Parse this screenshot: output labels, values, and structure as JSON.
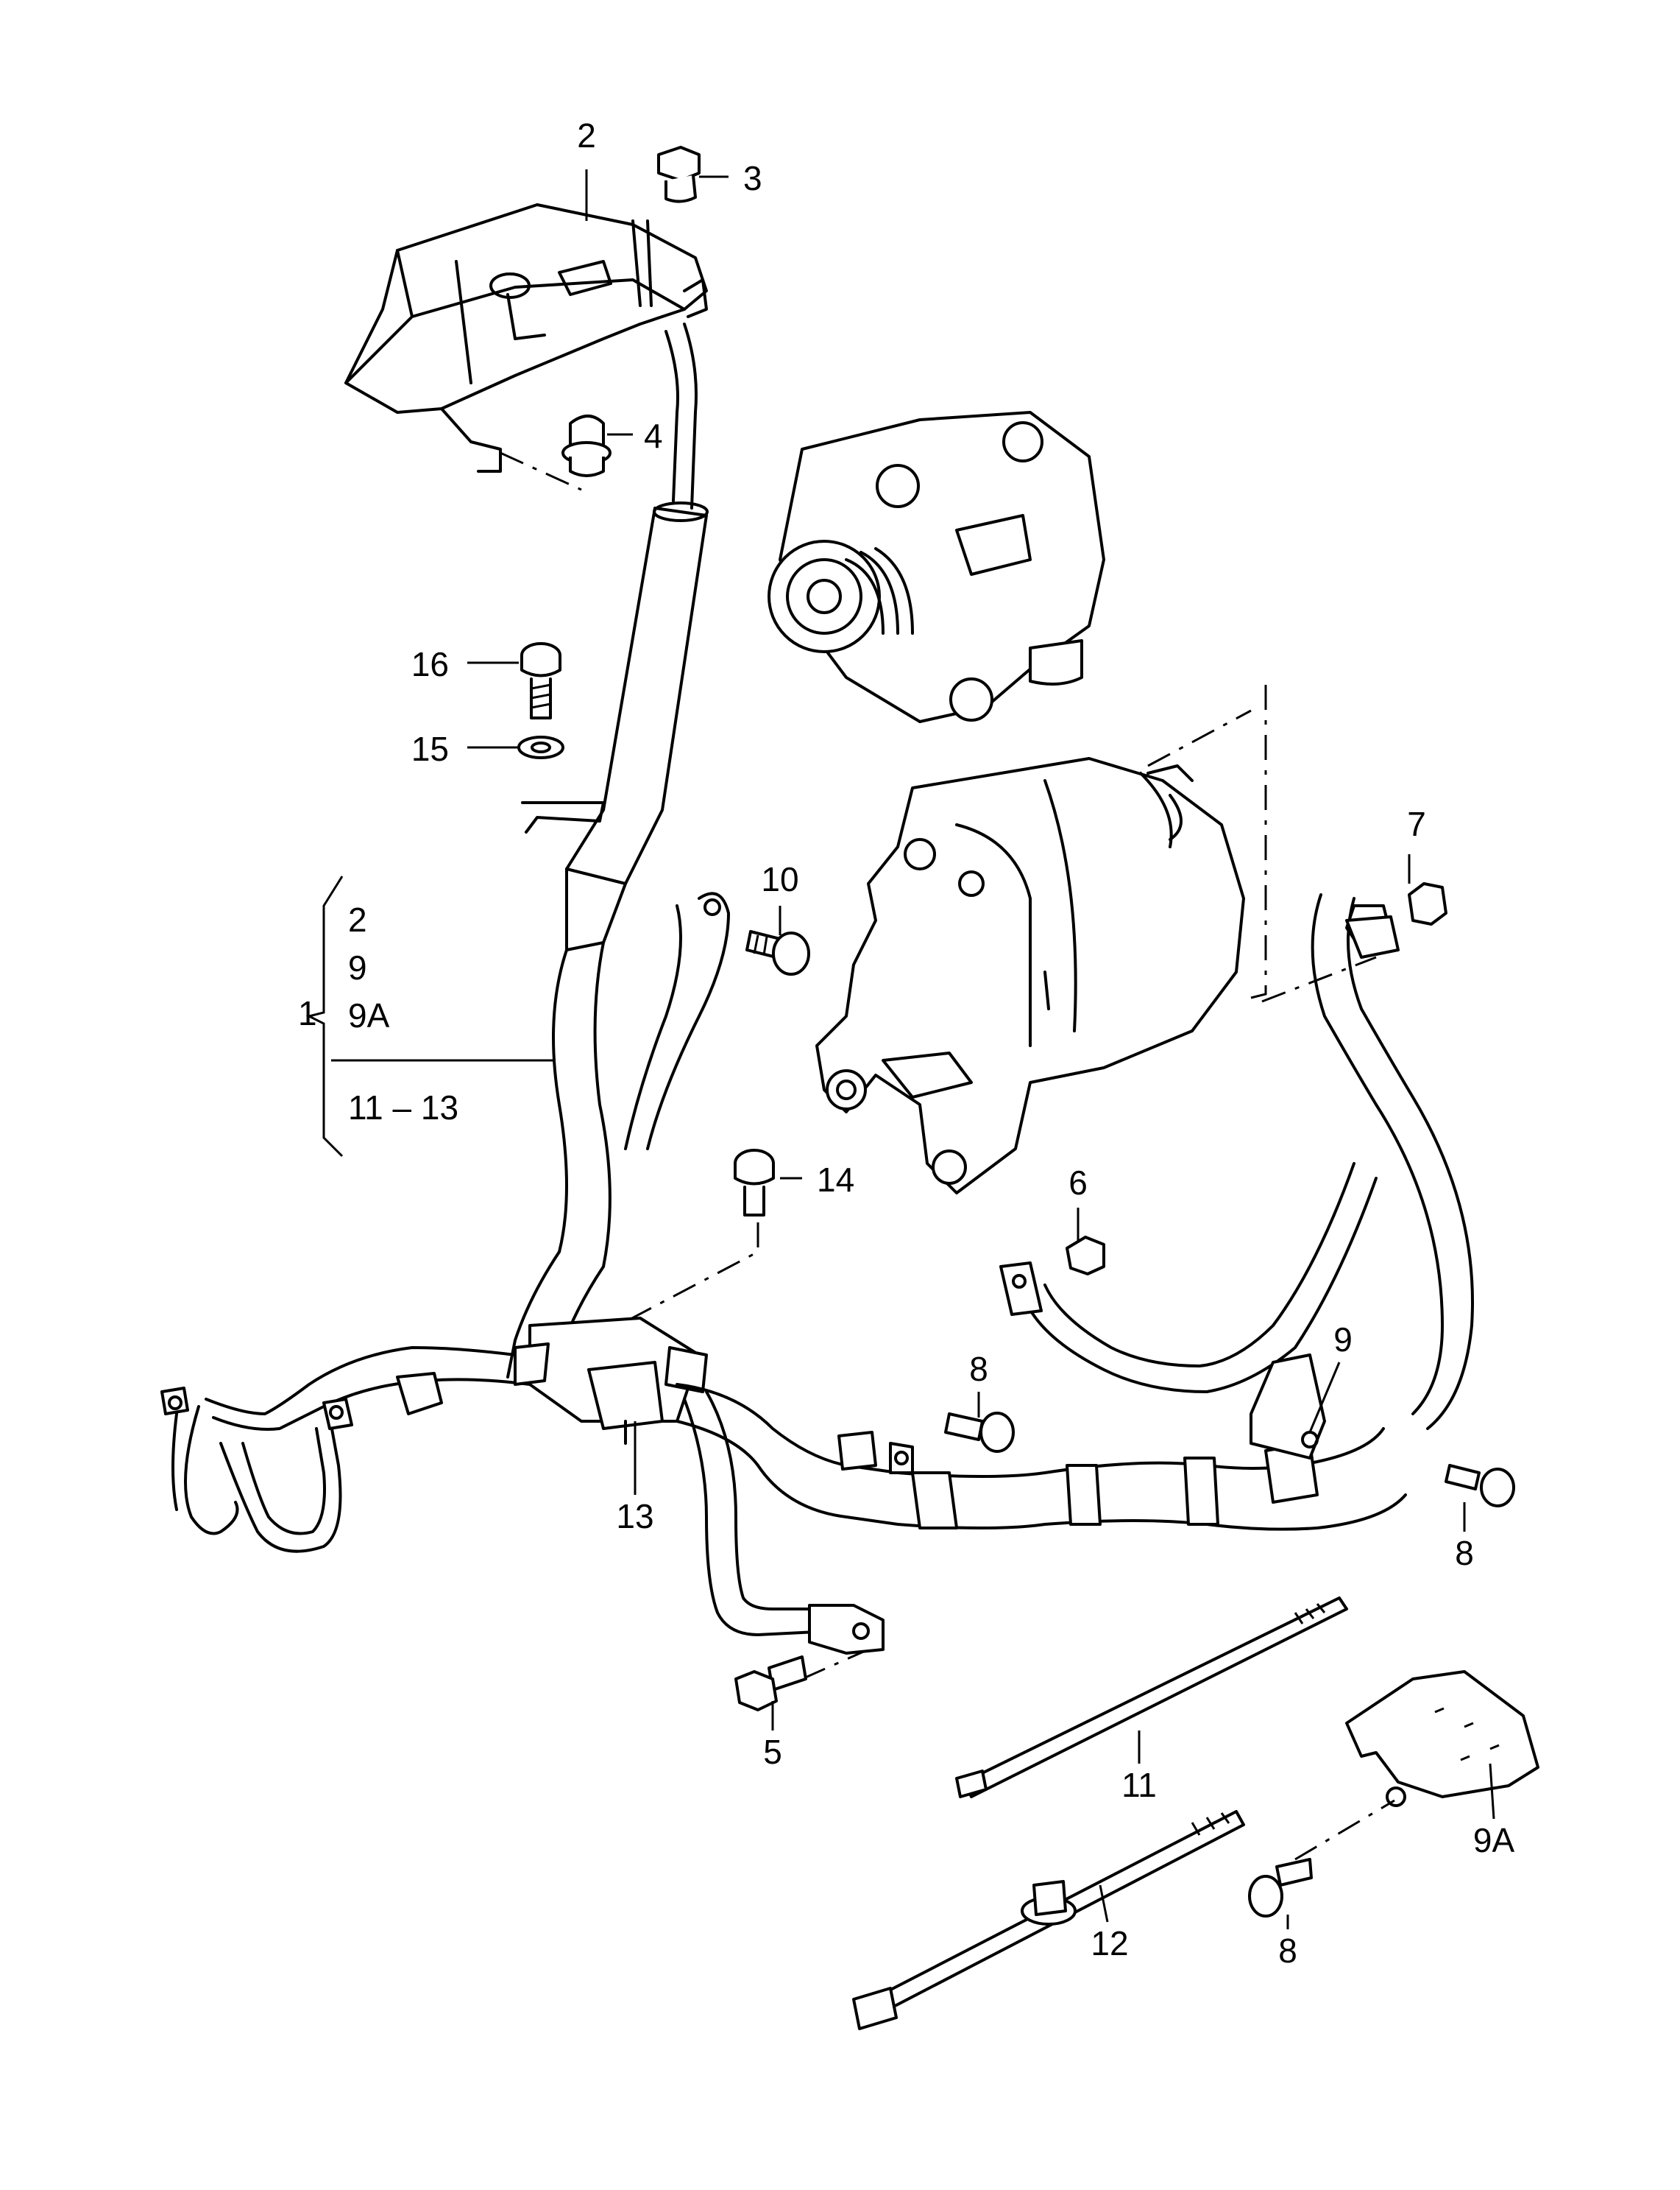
{
  "callouts": {
    "c1": "1",
    "c2": "2",
    "c3": "3",
    "c4": "4",
    "c5": "5",
    "c6": "6",
    "c7": "7",
    "c8a": "8",
    "c8b": "8",
    "c8c": "8",
    "c9": "9",
    "c9a": "9A",
    "c10": "10",
    "c11": "11",
    "c12": "12",
    "c13": "13",
    "c14": "14",
    "c15": "15",
    "c16": "16"
  },
  "group_1": {
    "items": [
      "2",
      "9",
      "9A",
      "11 – 13"
    ]
  }
}
